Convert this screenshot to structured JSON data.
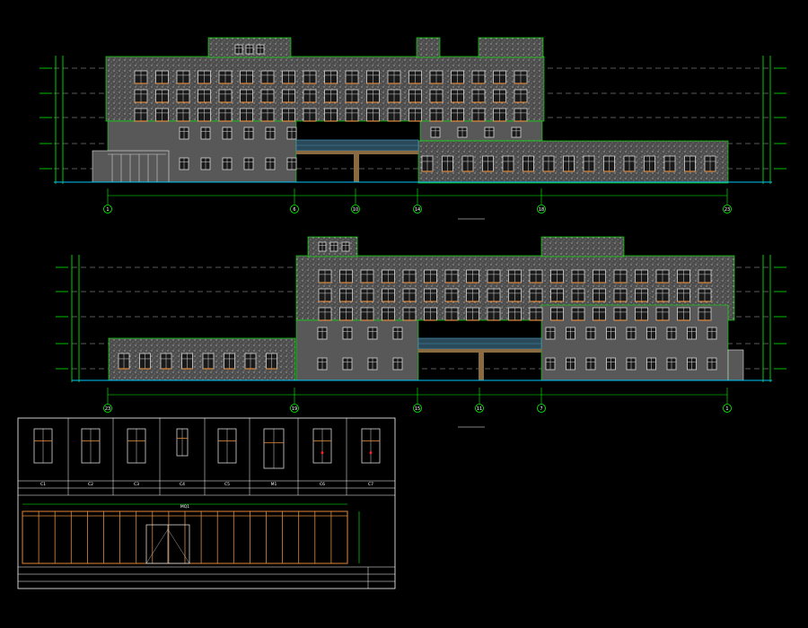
{
  "colors": {
    "background": "#000000",
    "grid": "#00ff00",
    "masonry_speckle": "#b8b8b8",
    "masonry_fill": "#5a5a5a",
    "plaster": "#6c6c6c",
    "window_frame": "#d8d8d8",
    "window_orange": "#e08a3c",
    "glass": "#4aa0c8",
    "axis_circle": "#00ff00",
    "dim_text": "#ffffff",
    "ground": "#00c8ff",
    "table_border": "#ffffff",
    "marker_red": "#ff2020"
  },
  "elevation_1": {
    "axes": [
      "1",
      "6",
      "10",
      "14",
      "18",
      "23"
    ]
  },
  "elevation_2": {
    "axes": [
      "23",
      "19",
      "15",
      "11",
      "7",
      "1"
    ]
  },
  "schedule": {
    "window_types": [
      {
        "code": "C1"
      },
      {
        "code": "C2"
      },
      {
        "code": "C3"
      },
      {
        "code": "C4"
      },
      {
        "code": "C5"
      },
      {
        "code": "M1"
      },
      {
        "code": "C6"
      },
      {
        "code": "C7"
      }
    ],
    "curtain_wall": {
      "code": "MQ1"
    }
  }
}
